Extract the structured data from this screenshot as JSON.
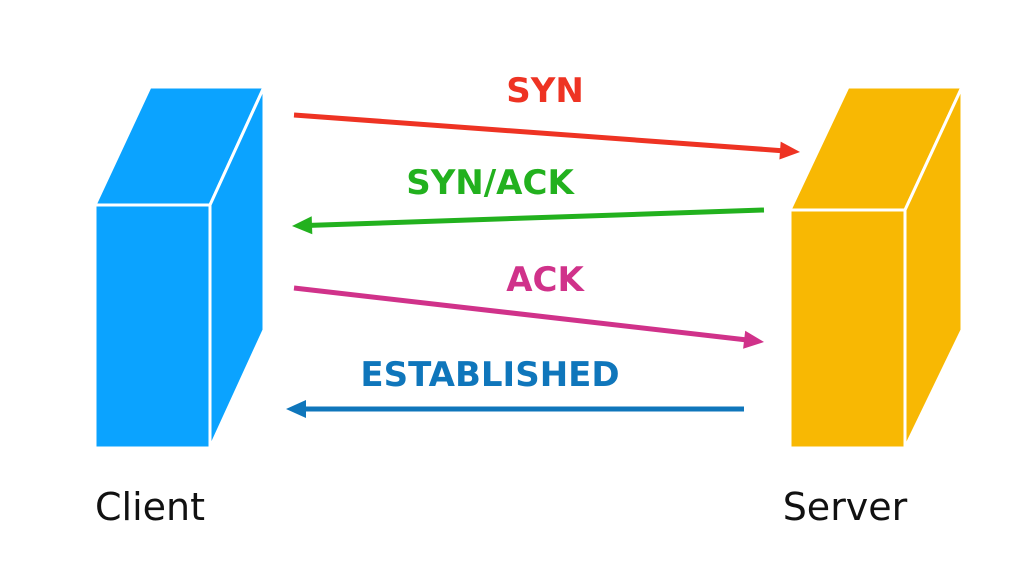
{
  "nodes": {
    "client": {
      "label": "Client",
      "color": "#0BA3FF"
    },
    "server": {
      "label": "Server",
      "color": "#F8B803"
    }
  },
  "messages": [
    {
      "label": "SYN",
      "color": "#EE3323",
      "direction": "client-to-server"
    },
    {
      "label": "SYN/ACK",
      "color": "#22B11E",
      "direction": "server-to-client"
    },
    {
      "label": "ACK",
      "color": "#D0328A",
      "direction": "client-to-server"
    },
    {
      "label": "ESTABLISHED",
      "color": "#0F76BB",
      "direction": "server-to-client"
    }
  ]
}
